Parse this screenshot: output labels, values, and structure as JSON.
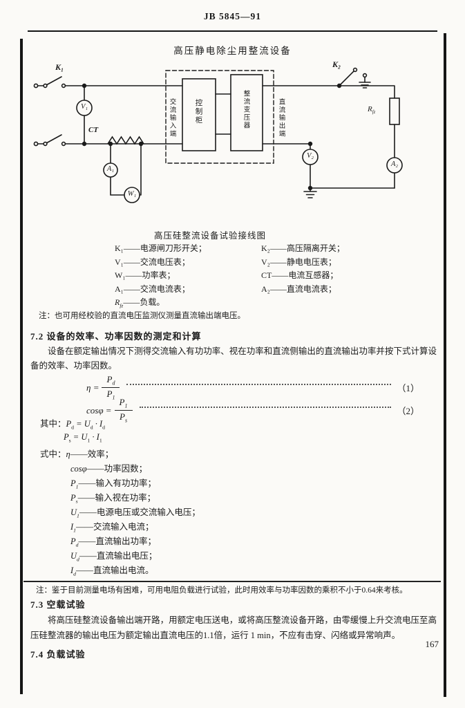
{
  "page": {
    "header": "JB 5845—91",
    "title": "高压静电除尘用整流设备",
    "page_number": "167"
  },
  "diagram": {
    "caption": "高压硅整流设备试验接线图",
    "labels": {
      "k1": "K₁",
      "v1": "V₁",
      "ct": "CT",
      "a1": "A₁",
      "w1": "W₁",
      "ac_input": "交流输入端",
      "control_cabinet": "控制柜",
      "transformer": "整流变压器",
      "dc_output": "直流输出端",
      "k2": "K₂",
      "v2": "V₂",
      "r_base": "R",
      "r_sub": "fz",
      "a2": "A₂"
    }
  },
  "legend": {
    "rows": [
      {
        "left": "K₁——电源闸刀形开关；",
        "right": "K₂——高压隔离开关；"
      },
      {
        "left": "V₁——交流电压表；",
        "right": "V₂——静电电压表；"
      },
      {
        "left": "W₁——功率表；",
        "right": "CT——电流互感器；"
      },
      {
        "left": "A₁——交流电流表；",
        "right": "A₂——直流电流表；"
      }
    ],
    "r_row": {
      "base": "R",
      "sub": "fz",
      "desc": "——负载。"
    }
  },
  "notes": {
    "note1": "注：也可用经校验的直流电压监测仪测量直流输出端电压。",
    "note2": "注：鉴于目前测量电场有困难，可用电阻负载进行试验，此时用效率与功率因数的乘积不小于0.64来考核。"
  },
  "section72": {
    "heading": "7.2  设备的效率、功率因数的测定和计算",
    "body": "设备在额定输出情况下测得交流输入有功功率、视在功率和直流侧输出的直流输出功率并按下式计算设备的效率、功率因数。"
  },
  "formulas": {
    "f1": {
      "lhs": "η =",
      "num_base": "P",
      "num_sub": "d",
      "den_base": "P",
      "den_sub": "1",
      "tag": "（1）"
    },
    "f2": {
      "lhs": "cosφ =",
      "num_base": "P",
      "num_sub": "1",
      "den_base": "P",
      "den_sub": "s",
      "tag": "（2）"
    }
  },
  "where": {
    "l1": {
      "pre": "其中：",
      "b1": "P",
      "s1": "d",
      "b2": " = U",
      "s2": "d",
      "b3": " · I",
      "s3": "d"
    },
    "l2": {
      "pre": "",
      "b1": "P",
      "s1": "s",
      "b2": " = U",
      "s2": "1",
      "b3": " · I",
      "s3": "1"
    }
  },
  "shizhong": {
    "prefix": "式中：",
    "items": [
      {
        "base": "η",
        "sub": "",
        "desc": "——效率；"
      },
      {
        "base": "cosφ",
        "sub": "",
        "desc": "——功率因数；"
      },
      {
        "base": "P",
        "sub": "1",
        "desc": "——输入有功功率；"
      },
      {
        "base": "P",
        "sub": "s",
        "desc": "——输入视在功率；"
      },
      {
        "base": "U",
        "sub": "1",
        "desc": "——电源电压或交流输入电压；"
      },
      {
        "base": "I",
        "sub": "1",
        "desc": "——交流输入电流；"
      },
      {
        "base": "P",
        "sub": "d",
        "desc": "——直流输出功率；"
      },
      {
        "base": "U",
        "sub": "d",
        "desc": "——直流输出电压；"
      },
      {
        "base": "I",
        "sub": "d",
        "desc": "——直流输出电流。"
      }
    ]
  },
  "section73": {
    "heading": "7.3  空载试验",
    "body": "将高压硅整流设备输出端开路，用额定电压送电，或将高压整流设备开路，由零缓慢上升交流电压至高压硅整流器的输出电压为额定输出直流电压的1.1倍，运行 1 min，不应有击穿、闪络或异常响声。"
  },
  "section74": {
    "heading": "7.4  负载试验"
  }
}
